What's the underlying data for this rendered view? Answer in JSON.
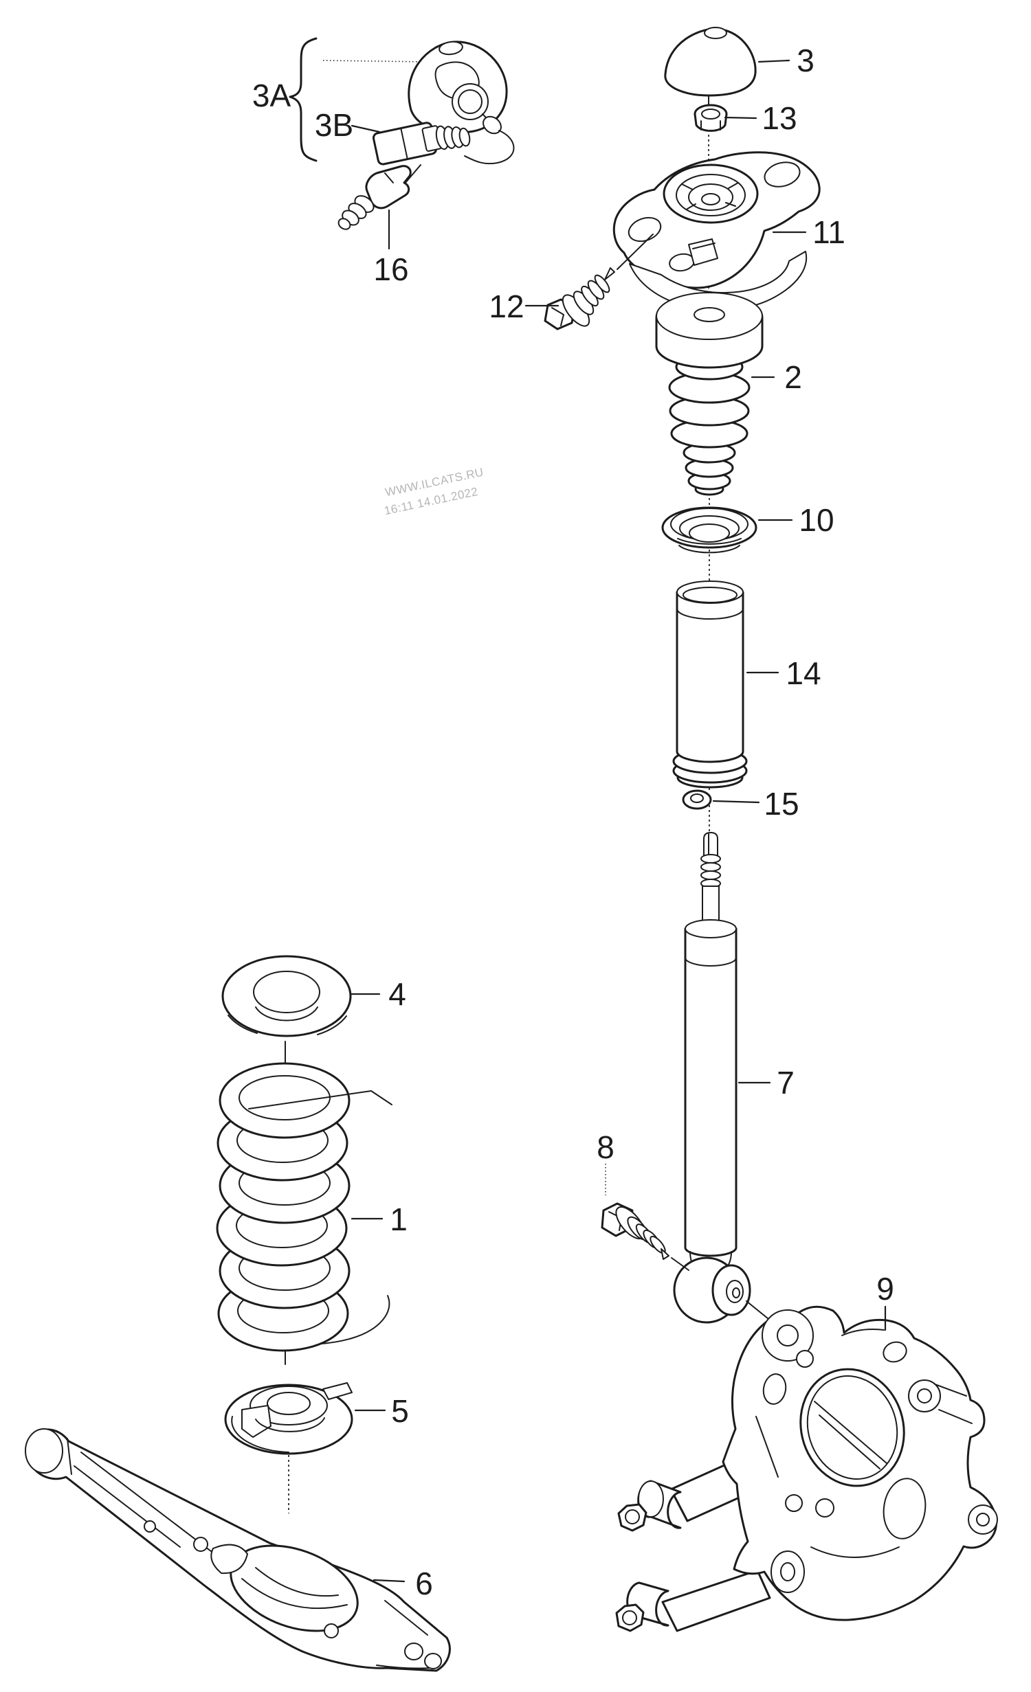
{
  "diagram_title": "rear suspension shock absorber and coil spring exploded parts diagram",
  "labels": {
    "p1": "1",
    "p2": "2",
    "p3": "3",
    "p3a": "3A",
    "p3b": "3B",
    "p4": "4",
    "p5": "5",
    "p6": "6",
    "p7": "7",
    "p8": "8",
    "p9": "9",
    "p10": "10",
    "p11": "11",
    "p12": "12",
    "p13": "13",
    "p14": "14",
    "p15": "15",
    "p16": "16"
  },
  "watermark": {
    "line1": "WWW.ILCATS.RU",
    "line2": "16:11 14.01.2022",
    "color": "#b5b5b5"
  },
  "colors": {
    "line": "#1c1c1c",
    "background": "#ffffff"
  }
}
